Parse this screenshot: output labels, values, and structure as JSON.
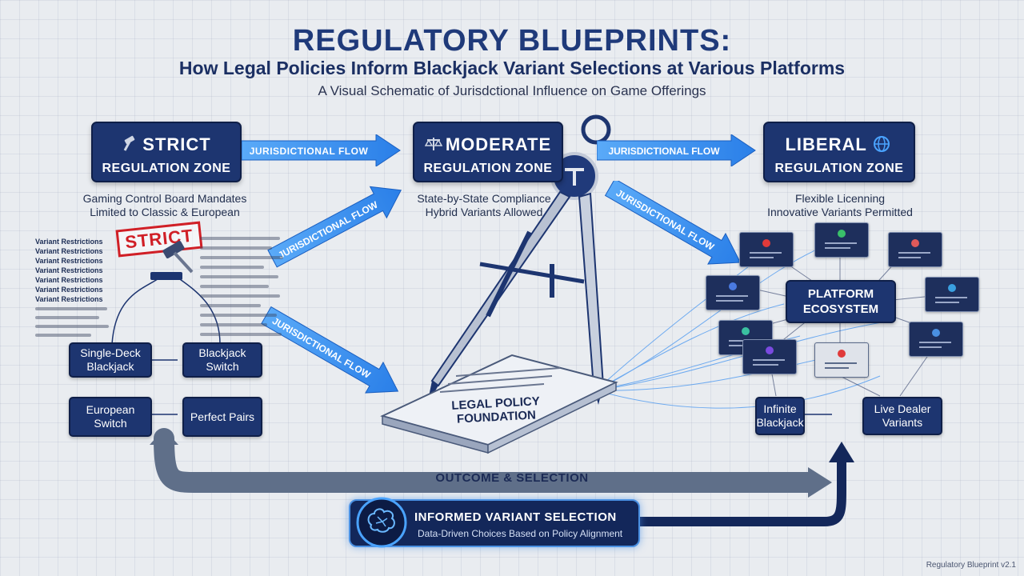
{
  "header": {
    "title": "REGULATORY BLUEPRINTS:",
    "subtitle": "How Legal Policies Inform Blackjack Variant Selections at Various Platforms",
    "tagline": "A Visual Schematic of Jurisdctional Influence on Game Offerings"
  },
  "zones": {
    "strict": {
      "title": "STRICT",
      "subtitle": "REGULATION ZONE",
      "desc1": "Gaming Control Board Mandates",
      "desc2": "Limited to Classic & European",
      "icon": "gavel-icon"
    },
    "moderate": {
      "title": "MODERATE",
      "subtitle": "REGULATION ZONE",
      "desc1": "State-by-State Compliance",
      "desc2": "Hybrid Variants Allowed",
      "icon": "scales-icon"
    },
    "liberal": {
      "title": "LIBERAL",
      "subtitle": "REGULATION ZONE",
      "desc1": "Flexible Licenning",
      "desc2": "Innovative Variants Permitted",
      "icon": "globe-icon"
    }
  },
  "flows": {
    "label": "JURISDICTIONAL FLOW",
    "color": "#3a8ff0"
  },
  "strict_panel": {
    "stamp": "STRICT",
    "text_lines": [
      "Variant Restrictions",
      "Variant Restrictions",
      "Variant Restrictions",
      "Variant Restrictions",
      "Variant Restrictions",
      "Variant Restrictions",
      "Variant Restrictions"
    ]
  },
  "left_variants": {
    "single_deck": "Single-Deck Blackjack",
    "blackjack_switch": "Blackjack Switch",
    "european_switch": "European Switch",
    "perfect_pairs": "Perfect Pairs"
  },
  "right_variants": {
    "infinite": "Infinite Blackjack",
    "live_dealer": "Live Dealer Variants"
  },
  "platform": {
    "label": "PLATFORM ECOSYSTEM"
  },
  "foundation": {
    "label": "LEGAL POLICY FOUNDATION"
  },
  "outcome": {
    "label": "OUTCOME & SELECTION"
  },
  "informed": {
    "title": "INFORMED VARIANT SELECTION",
    "subtitle": "Data-Driven Choices Based on Policy Alignment",
    "icon": "brain-icon"
  },
  "footer": {
    "version": "Regulatory Blueprint v2.1"
  },
  "colors": {
    "navy": "#1d3570",
    "flow_blue": "#3a8ff0",
    "stamp_red": "#d01f26",
    "outcome_gray": "#5f6f89"
  }
}
